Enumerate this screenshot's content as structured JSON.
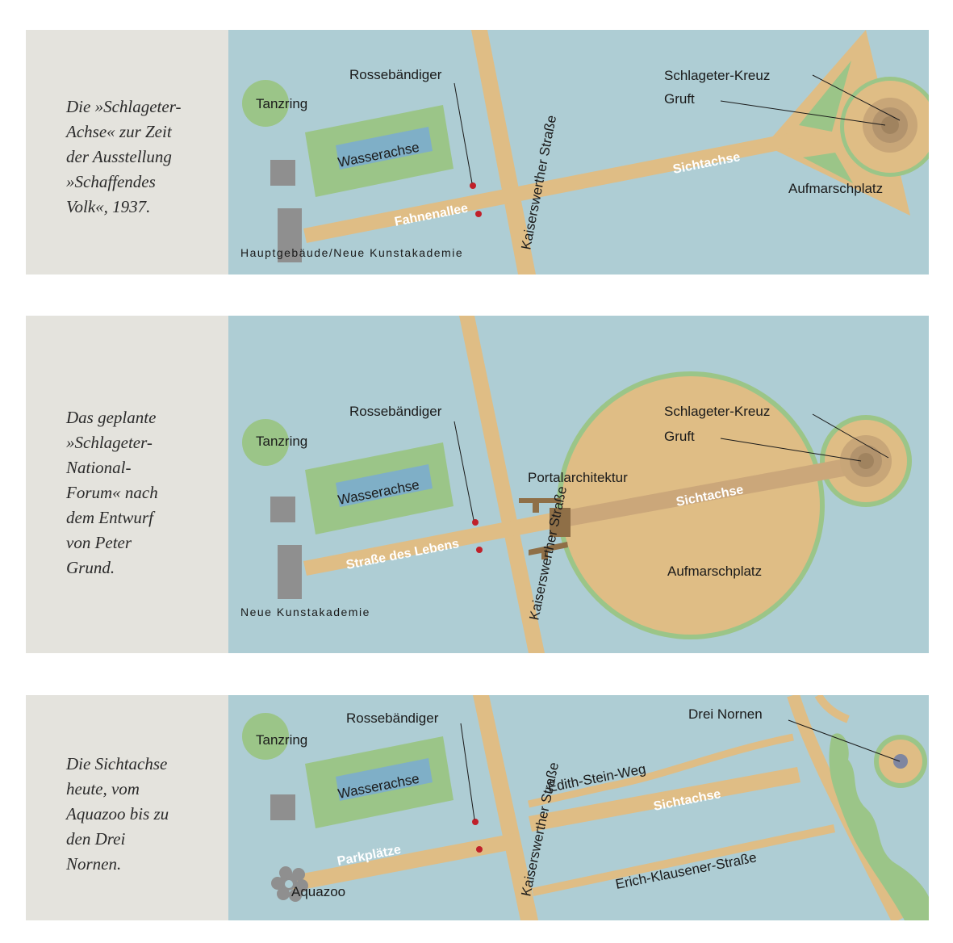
{
  "panels": [
    {
      "caption": "Die »Schlageter-\nAchse« zur Zeit\nder Ausstellung\n»Schaffendes\nVolk«, 1937.",
      "labels": {
        "tanzring": "Tanzring",
        "rossebaendiger": "Rossebändiger",
        "wasserachse": "Wasserachse",
        "kaiserswerther": "Kaiserswerther Straße",
        "fahnenallee": "Fahnenallee",
        "sichtachse": "Sichtachse",
        "schlageter_kreuz": "Schlageter-Kreuz",
        "gruft": "Gruft",
        "aufmarschplatz": "Aufmarschplatz",
        "hauptgebaeude": "Hauptgebäude/Neue Kunstakademie"
      }
    },
    {
      "caption": "Das geplante\n»Schlageter-\nNational-\nForum« nach\ndem Entwurf\nvon Peter\nGrund.",
      "labels": {
        "tanzring": "Tanzring",
        "rossebaendiger": "Rossebändiger",
        "wasserachse": "Wasserachse",
        "kaiserswerther": "Kaiserswerther Straße",
        "strasse_des_lebens": "Straße des Lebens",
        "portalarchitektur": "Portalarchitektur",
        "sichtachse": "Sichtachse",
        "schlageter_kreuz": "Schlageter-Kreuz",
        "gruft": "Gruft",
        "aufmarschplatz": "Aufmarschplatz",
        "neue_kunstakademie": "Neue Kunstakademie"
      }
    },
    {
      "caption": "Die Sichtachse\nheute, vom\nAquazoo bis zu\nden Drei\nNornen.",
      "labels": {
        "tanzring": "Tanzring",
        "rossebaendiger": "Rossebändiger",
        "wasserachse": "Wasserachse",
        "kaiserswerther": "Kaiserswerther Straße",
        "edith_stein_weg": "Edith-Stein-Weg",
        "sichtachse": "Sichtachse",
        "drei_nornen": "Drei Nornen",
        "parkplaetze": "Parkplätze",
        "erich_klausener": "Erich-Klausener-Straße",
        "aquazoo": "Aquazoo"
      }
    }
  ],
  "colors": {
    "water": "#aecdd4",
    "green": "#9bc588",
    "path": "#dfbd85",
    "building": "#8f8f8f",
    "pool": "#7fafc7",
    "sidebar": "#e4e3dd",
    "marker": "#c0202a"
  }
}
